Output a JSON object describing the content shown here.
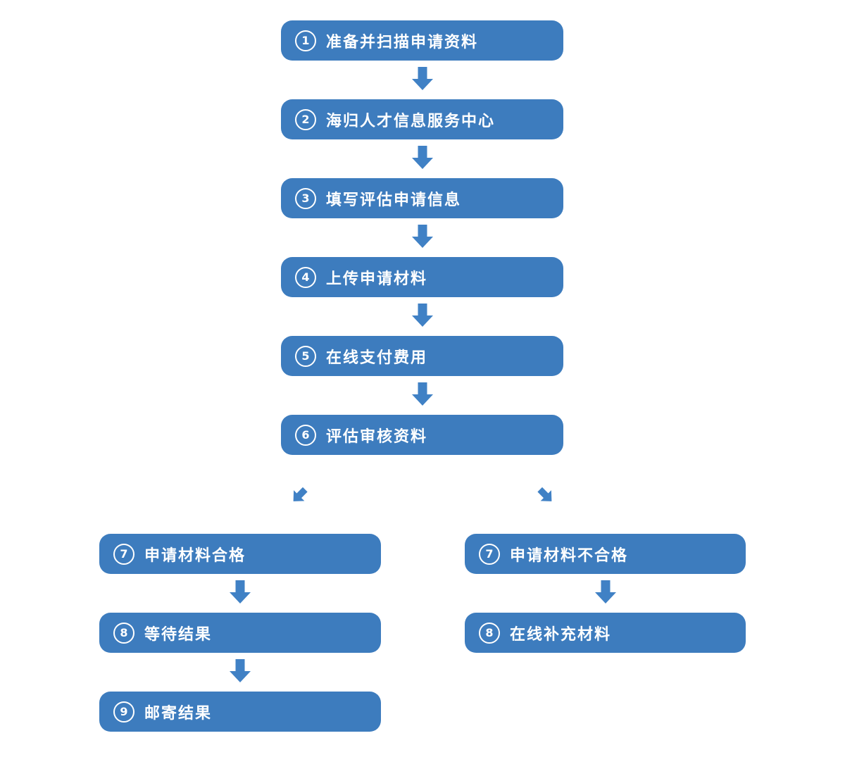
{
  "colors": {
    "box": "#3d7cbe",
    "arrow": "#4081c5",
    "text": "#ffffff",
    "background": "#ffffff"
  },
  "flow": {
    "main_steps": [
      {
        "num": "1",
        "label": "准备并扫描申请资料"
      },
      {
        "num": "2",
        "label": "海归人才信息服务中心"
      },
      {
        "num": "3",
        "label": "填写评估申请信息"
      },
      {
        "num": "4",
        "label": "上传申请材料"
      },
      {
        "num": "5",
        "label": "在线支付费用"
      },
      {
        "num": "6",
        "label": "评估审核资料"
      }
    ],
    "pass_branch": [
      {
        "num": "7",
        "label": "申请材料合格"
      },
      {
        "num": "8",
        "label": "等待结果"
      },
      {
        "num": "9",
        "label": "邮寄结果"
      }
    ],
    "fail_branch": [
      {
        "num": "7",
        "label": "申请材料不合格"
      },
      {
        "num": "8",
        "label": "在线补充材料"
      }
    ]
  }
}
